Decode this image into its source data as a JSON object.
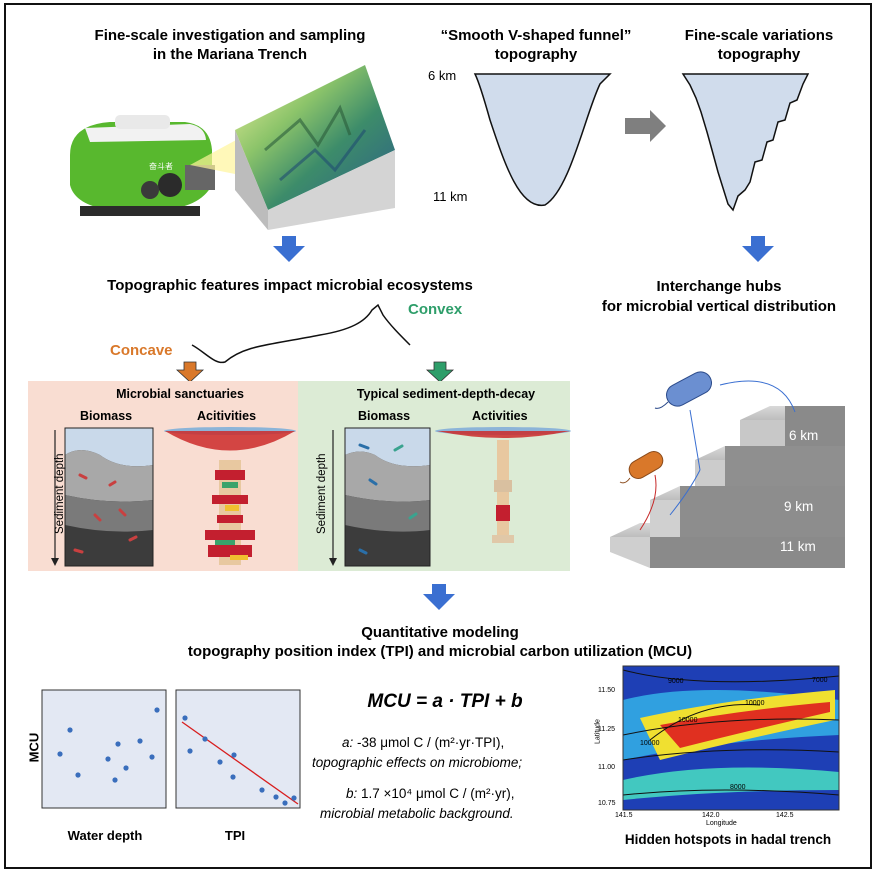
{
  "headings": {
    "fine_scale_line1": "Fine-scale investigation and sampling",
    "fine_scale_line2": "in the Mariana Trench",
    "smooth_line1": "“Smooth V-shaped funnel”",
    "smooth_line2": "topography",
    "variation_line1": "Fine-scale variations",
    "variation_line2": "topography",
    "impact": "Topographic features impact microbial ecosystems",
    "interchange_line1": "Interchange hubs",
    "interchange_line2": "for microbial vertical distribution",
    "quant_line1": "Quantitative modeling",
    "quant_line2": "topography position index (TPI) and microbial carbon utilization (MCU)",
    "hotspots": "Hidden hotspots in hadal trench"
  },
  "funnel": {
    "depth_top": "6 km",
    "depth_bottom": "11 km"
  },
  "topo_labels": {
    "convex": "Convex",
    "concave": "Concave"
  },
  "concave_panel": {
    "title": "Microbial sanctuaries",
    "col1": "Biomass",
    "col2": "Acitivities",
    "axis": "Sediment depth"
  },
  "convex_panel": {
    "title": "Typical sediment-depth-decay",
    "col1": "Biomass",
    "col2": "Activities",
    "axis": "Sediment depth"
  },
  "stairs": {
    "step1": "6 km",
    "step2": "9 km",
    "step3": "11 km"
  },
  "vehicle": {
    "hull_text": "奋斗者"
  },
  "plots": {
    "ylabel": "MCU",
    "xlabel_left": "Water depth",
    "xlabel_right": "TPI"
  },
  "equation": {
    "formula": "MCU = a · TPI + b",
    "a_label": "a:",
    "a_value": " -38 μmol C / (m²·yr·TPI),",
    "a_desc": "topographic effects on microbiome;",
    "b_label": "b:",
    "b_value": " 1.7 ×10⁴ μmol C / (m²·yr),",
    "b_desc": "microbial metabolic background."
  },
  "map": {
    "ylabel": "Latitude",
    "xlabel": "Longitude",
    "yticks": [
      "11.50",
      "11.25",
      "11.00",
      "10.75"
    ],
    "xticks": [
      "141.5",
      "142.0",
      "142.5"
    ],
    "contours": [
      "9000",
      "10000",
      "10000",
      "10000",
      "8000",
      "7000"
    ]
  },
  "colors": {
    "arrow_blue": "#3a6fd1",
    "concave_orange": "#d9782a",
    "convex_green": "#2e9e6a",
    "concave_bg": "#f9ddd2",
    "convex_bg": "#dcebd5",
    "funnel_fill": "#d0dcec",
    "plot_bg": "#e3e8f3",
    "regression_red": "#d81e1e"
  }
}
